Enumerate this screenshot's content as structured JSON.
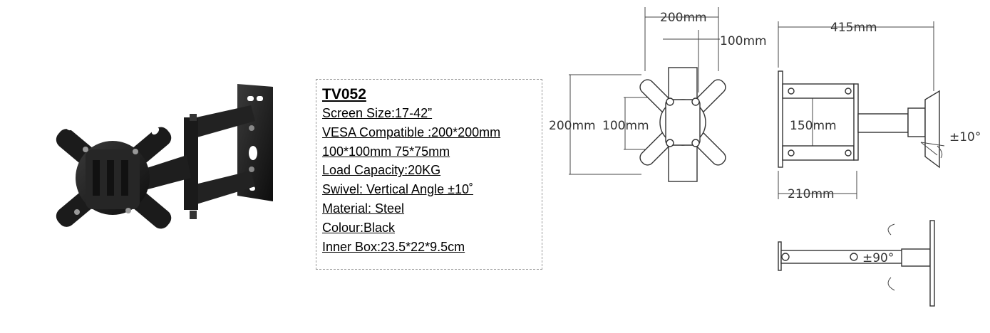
{
  "spec": {
    "model": "TV052",
    "lines": [
      "Screen Size:17-42”",
      "VESA Compatible :200*200mm",
      "100*100mm  75*75mm",
      "Load Capacity:20KG",
      "Swivel: Vertical Angle ±10˚ ",
      "Material: Steel",
      "Colour:Black",
      "Inner Box:23.5*22*9.5cm"
    ]
  },
  "front_view": {
    "width_200": "200mm",
    "width_100": "100mm",
    "height_200": "200mm",
    "height_100": "100mm"
  },
  "side_view": {
    "extended": "415mm",
    "folded": "210mm",
    "plate_height": "150mm",
    "tilt": "±10°"
  },
  "top_view": {
    "swivel": "±90°"
  },
  "colors": {
    "steel": "#1b1b1b",
    "line": "#444444"
  }
}
